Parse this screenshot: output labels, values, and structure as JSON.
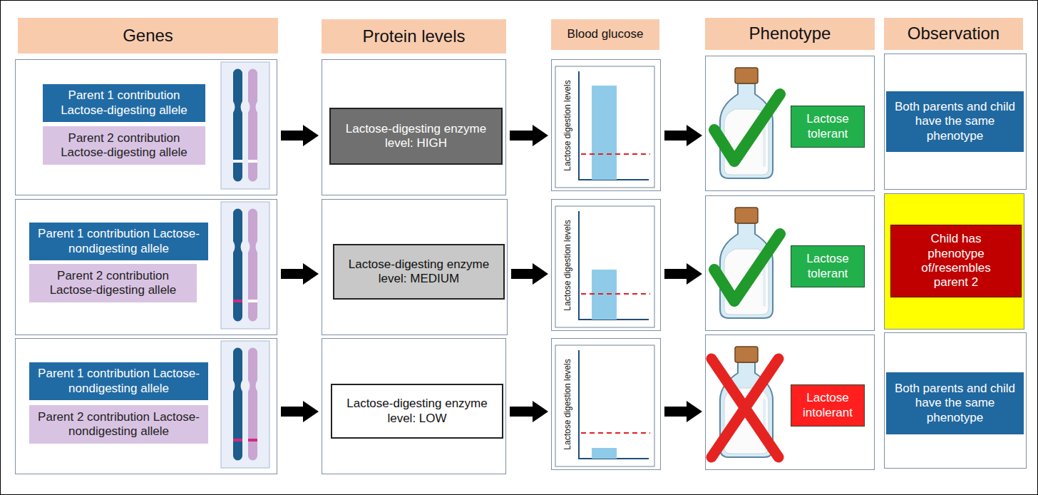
{
  "diagram": {
    "nodes": [
      {
        "text": [
          "Genes"
        ]
      },
      {
        "text": [
          "Protein levels"
        ]
      },
      {
        "text": [
          "Blood glucose"
        ]
      },
      {
        "text": [
          "Phenotype"
        ]
      },
      {
        "text": [
          "Observation"
        ]
      },
      {
        "text": []
      },
      {
        "text": [
          "Parent 1 contribution Lactose-digesting allele"
        ],
        "in": 5
      },
      {
        "text": [
          "Parent 2 contribution Lactose-digesting allele"
        ],
        "in": 5
      },
      {
        "text": []
      },
      {
        "text": [
          "Lactose-digesting enzyme level: HIGH"
        ],
        "in": 8
      },
      {
        "text": [
          "Lactose digestion levels"
        ]
      },
      {
        "text": []
      },
      {
        "text": [
          "Lactose tolerant"
        ],
        "in": 11
      },
      {
        "text": []
      },
      {
        "text": [
          "Both parents and child have the same phenotype"
        ],
        "in": 13
      },
      {
        "text": []
      },
      {
        "text": [
          "Parent 1 contribution Lactose-nondigesting allele"
        ],
        "in": 15
      },
      {
        "text": [
          "Parent 2 contribution Lactose-digesting allele"
        ],
        "in": 15
      },
      {
        "text": []
      },
      {
        "text": [
          "Lactose-digesting enzyme level: MEDIUM"
        ],
        "in": 18
      },
      {
        "text": [
          "Lactose digestion levels"
        ]
      },
      {
        "text": []
      },
      {
        "text": [
          "Lactose tolerant"
        ],
        "in": 21
      },
      {
        "text": []
      },
      {
        "text": [
          "Child has phenotype of/resembles parent 2"
        ],
        "in": 23
      },
      {
        "text": []
      },
      {
        "text": [
          "Parent 1 contribution Lactose-nondigesting allele"
        ],
        "in": 25
      },
      {
        "text": [
          "Parent 2 contribution Lactose-nondigesting allele"
        ],
        "in": 25
      },
      {
        "text": []
      },
      {
        "text": [
          "Lactose-digesting enzyme level: LOW"
        ],
        "in": 28
      },
      {
        "text": [
          "Lactose digestion levels"
        ]
      },
      {
        "text": []
      },
      {
        "text": [
          "Lactose intolerant"
        ],
        "in": 31
      },
      {
        "text": []
      },
      {
        "text": [
          "Both parents and child have the same phenotype"
        ],
        "in": 33
      }
    ],
    "edges": [
      {
        "from": 5,
        "to": 8,
        "arrow": "to"
      },
      {
        "from": 8,
        "to": 10,
        "arrow": "to"
      },
      {
        "from": 10,
        "to": 11,
        "arrow": "to"
      },
      {
        "from": 15,
        "to": 18,
        "arrow": "to"
      },
      {
        "from": 18,
        "to": 20,
        "arrow": "to"
      },
      {
        "from": 20,
        "to": 21,
        "arrow": "to"
      },
      {
        "from": 25,
        "to": 28,
        "arrow": "to"
      },
      {
        "from": 28,
        "to": 30,
        "arrow": "to"
      },
      {
        "from": 30,
        "to": 31,
        "arrow": "to"
      }
    ]
  }
}
